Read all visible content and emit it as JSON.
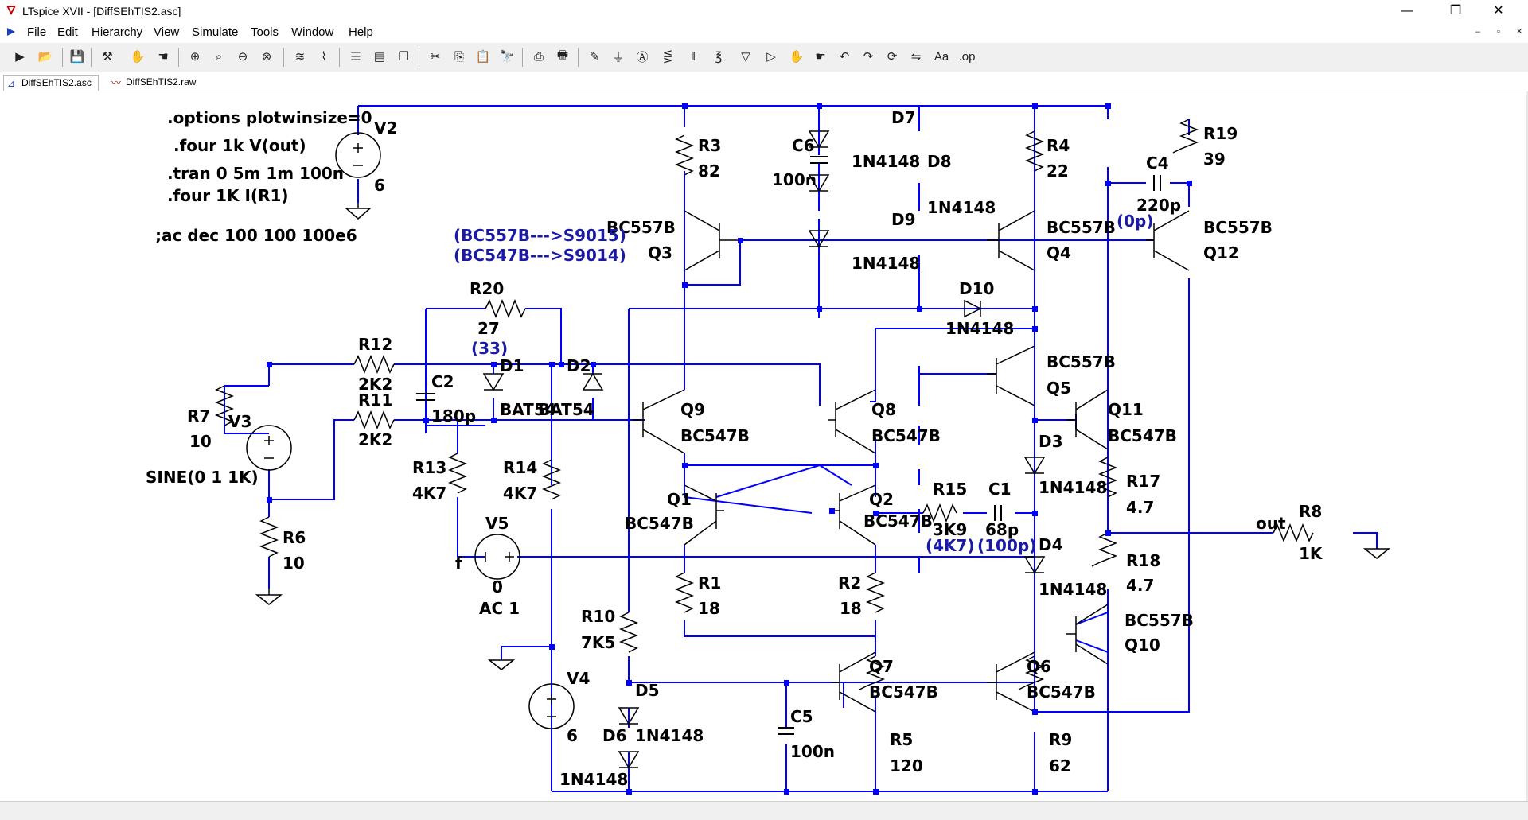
{
  "window": {
    "title": "LTspice XVII - [DiffSEhTIS2.asc]",
    "controls": {
      "minimize": "—",
      "maximize": "❐",
      "close": "✕"
    }
  },
  "menu": [
    "File",
    "Edit",
    "Hierarchy",
    "View",
    "Simulate",
    "Tools",
    "Window",
    "Help"
  ],
  "mdi_controls": {
    "minimize": "–",
    "restore": "▫",
    "close": "✕"
  },
  "toolbar": [
    "run-icon",
    "open-icon",
    "save-icon",
    "control-panel-icon",
    "halt-icon",
    "pan-icon",
    "zoom-in-icon",
    "zoom-area-icon",
    "zoom-out-icon",
    "zoom-fit-icon",
    "autorange-icon",
    "waveform-icon",
    "tile-horizontal-icon",
    "tile-vertical-icon",
    "cascade-icon",
    "cut-icon",
    "copy-icon",
    "paste-icon",
    "find-icon",
    "print-icon",
    "print-preview-icon",
    "draw-wire-icon",
    "ground-icon",
    "label-net-icon",
    "resistor-icon",
    "capacitor-icon",
    "inductor-icon",
    "diode-icon",
    "component-icon",
    "move-icon",
    "drag-icon",
    "undo-icon",
    "redo-icon",
    "rotate-icon",
    "mirror-icon",
    "text-icon",
    "spice-directive-icon"
  ],
  "tabs": [
    {
      "label": "DiffSEhTIS2.asc",
      "icon": "schematic-icon",
      "active": true
    },
    {
      "label": "DiffSEhTIS2.raw",
      "icon": "waveform-icon",
      "active": false
    }
  ],
  "colors": {
    "wire": "#0000ff",
    "text_black": "#000000",
    "text_blue": "#1a1aa6",
    "node": "#0000ff"
  },
  "schematic": {
    "directives": [
      ".options plotwinsize=0",
      ".four 1k V(out)",
      ".tran 0 5m 1m 100n",
      ".four 1K I(R1)",
      ";ac dec 100 100 100e6"
    ],
    "notes": [
      "(BC557B--->S9015)",
      "(BC547B--->S9014)"
    ],
    "labels": {
      "V2": "V2",
      "V2v": "6",
      "R3": "R3",
      "R3v": "82",
      "C6": "C6",
      "C6v": "100n",
      "D7": "D7",
      "D7v": "1N4148",
      "D8": "D8",
      "D8v": "1N4148",
      "D9": "D9",
      "D9v": "1N4148",
      "R4": "R4",
      "R4v": "22",
      "C4": "C4",
      "C4v": "220p",
      "C4alt": "(0p)",
      "R19": "R19",
      "R19v": "39",
      "Q3": "Q3",
      "Q3m": "BC557B",
      "Q4": "Q4",
      "Q4m": "BC557B",
      "Q12": "Q12",
      "Q12m": "BC557B",
      "R20": "R20",
      "R20v": "27",
      "R20alt": "(33)",
      "D10": "D10",
      "D10v": "1N4148",
      "R12": "R12",
      "R12v": "2K2",
      "R11": "R11",
      "R11v": "2K2",
      "C2": "C2",
      "C2v": "180p",
      "D1": "D1",
      "D1v": "BAT54",
      "D2": "D2",
      "D2v": "BAT54",
      "Q9": "Q9",
      "Q9m": "BC547B",
      "Q8": "Q8",
      "Q8m": "BC547B",
      "Q5": "Q5",
      "Q5m": "BC557B",
      "Q11": "Q11",
      "Q11m": "BC547B",
      "R7": "R7",
      "R7v": "10",
      "V3": "V3",
      "V3v": "SINE(0 1 1K)",
      "R13": "R13",
      "R13v": "4K7",
      "R14": "R14",
      "R14v": "4K7",
      "D3": "D3",
      "D3v": "1N4148",
      "R17": "R17",
      "R17v": "4.7",
      "Q1": "Q1",
      "Q1m": "BC547B",
      "Q2": "Q2",
      "Q2m": "BC547B",
      "R15": "R15",
      "R15v": "3K9",
      "R15alt": "(4K7)",
      "C1": "C1",
      "C1v": "68p",
      "C1alt": "(100p)",
      "R8": "R8",
      "R8v": "1K",
      "out": "out",
      "R6": "R6",
      "R6v": "10",
      "V5": "V5",
      "V5v": "0",
      "V5ac": "AC 1",
      "f": "f",
      "D4": "D4",
      "D4v": "1N4148",
      "R18": "R18",
      "R18v": "4.7",
      "R1": "R1",
      "R1v": "18",
      "R2": "R2",
      "R2v": "18",
      "Q10": "Q10",
      "Q10m": "BC557B",
      "R10": "R10",
      "R10v": "7K5",
      "Q7": "Q7",
      "Q7m": "BC547B",
      "Q6": "Q6",
      "Q6m": "BC547B",
      "V4": "V4",
      "V4v": "6",
      "D5": "D5",
      "D6": "D6",
      "D6v": "1N4148",
      "D5v": "1N4148",
      "C5": "C5",
      "C5v": "100n",
      "R5": "R5",
      "R5v": "120",
      "R9": "R9",
      "R9v": "62"
    }
  }
}
